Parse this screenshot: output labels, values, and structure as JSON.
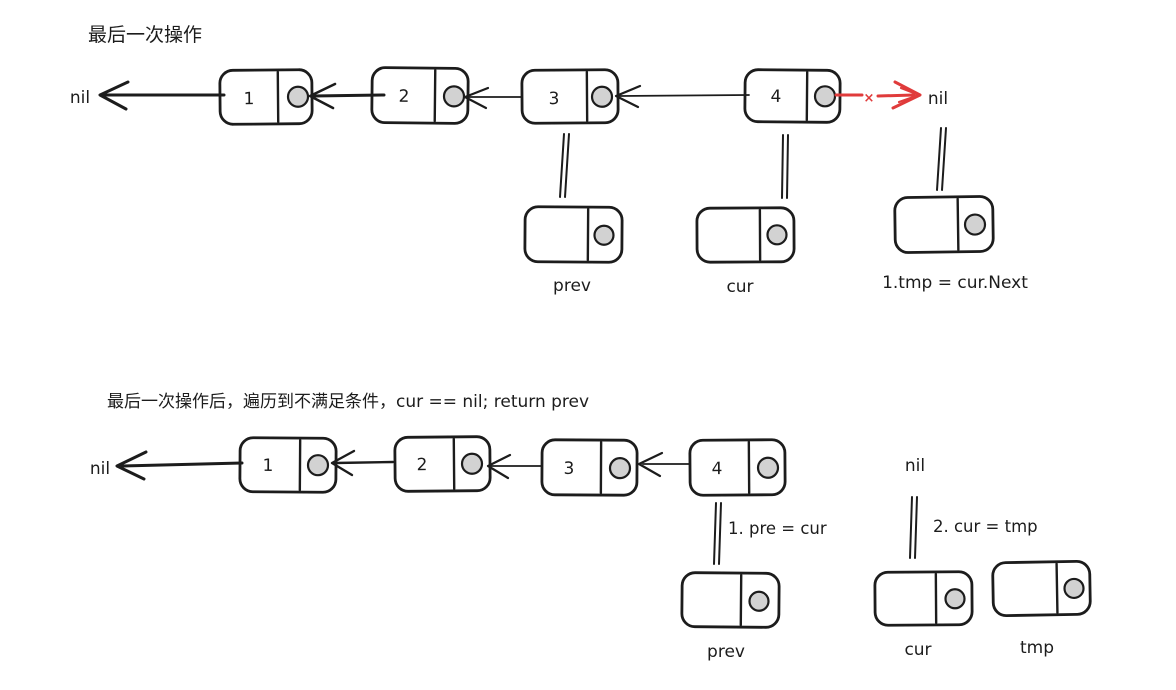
{
  "colors": {
    "ink": "#1c1c1c",
    "circle_fill": "#d2d2d2",
    "highlight_red": "#e03b3b",
    "background": "#ffffff"
  },
  "top": {
    "title": "最后一次操作",
    "nil_left": "nil",
    "nil_right": "nil",
    "cross": "×",
    "nodes": [
      "1",
      "2",
      "3",
      "4"
    ],
    "prev_label": "prev",
    "cur_label": "cur",
    "tmp_label": "1.tmp = cur.Next"
  },
  "bottom": {
    "title": "最后一次操作后，遍历到不满足条件，cur == nil; return prev",
    "nil_left": "nil",
    "nil_right": "nil",
    "nodes": [
      "1",
      "2",
      "3",
      "4"
    ],
    "step1_label": "1. pre = cur",
    "step2_label": "2. cur = tmp",
    "prev_label": "prev",
    "cur_label": "cur",
    "tmp_label": "tmp"
  }
}
